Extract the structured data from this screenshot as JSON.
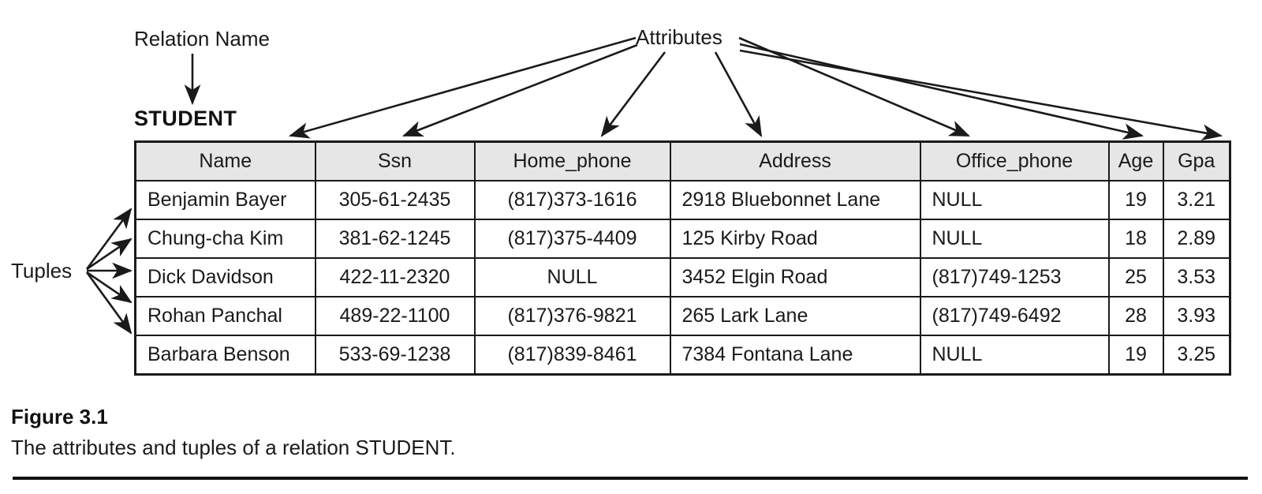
{
  "annotations": {
    "relation_name_label": "Relation Name",
    "attributes_label": "Attributes",
    "tuples_label": "Tuples"
  },
  "relation": {
    "title": "STUDENT"
  },
  "table": {
    "columns": [
      {
        "key": "name",
        "label": "Name",
        "align": "left"
      },
      {
        "key": "ssn",
        "label": "Ssn",
        "align": "center"
      },
      {
        "key": "home_phone",
        "label": "Home_phone",
        "align": "center"
      },
      {
        "key": "address",
        "label": "Address",
        "align": "left"
      },
      {
        "key": "office_phone",
        "label": "Office_phone",
        "align": "left"
      },
      {
        "key": "age",
        "label": "Age",
        "align": "center"
      },
      {
        "key": "gpa",
        "label": "Gpa",
        "align": "center"
      }
    ],
    "rows": [
      {
        "name": "Benjamin Bayer",
        "ssn": "305-61-2435",
        "home_phone": "(817)373-1616",
        "address": "2918 Bluebonnet Lane",
        "office_phone": "NULL",
        "age": "19",
        "gpa": "3.21"
      },
      {
        "name": "Chung-cha Kim",
        "ssn": "381-62-1245",
        "home_phone": "(817)375-4409",
        "address": "125 Kirby Road",
        "office_phone": "NULL",
        "age": "18",
        "gpa": "2.89"
      },
      {
        "name": "Dick Davidson",
        "ssn": "422-11-2320",
        "home_phone": "NULL",
        "address": "3452 Elgin Road",
        "office_phone": "(817)749-1253",
        "age": "25",
        "gpa": "3.53"
      },
      {
        "name": "Rohan Panchal",
        "ssn": "489-22-1100",
        "home_phone": "(817)376-9821",
        "address": "265 Lark Lane",
        "office_phone": "(817)749-6492",
        "age": "28",
        "gpa": "3.93"
      },
      {
        "name": "Barbara Benson",
        "ssn": "533-69-1238",
        "home_phone": "(817)839-8461",
        "address": "7384 Fontana Lane",
        "office_phone": "NULL",
        "age": "19",
        "gpa": "3.25"
      }
    ]
  },
  "caption": {
    "title": "Figure 3.1",
    "text": "The attributes and tuples of a relation STUDENT."
  },
  "colors": {
    "ink": "#1a1a1a",
    "header_fill": "#e6e6e6",
    "page": "#ffffff"
  }
}
